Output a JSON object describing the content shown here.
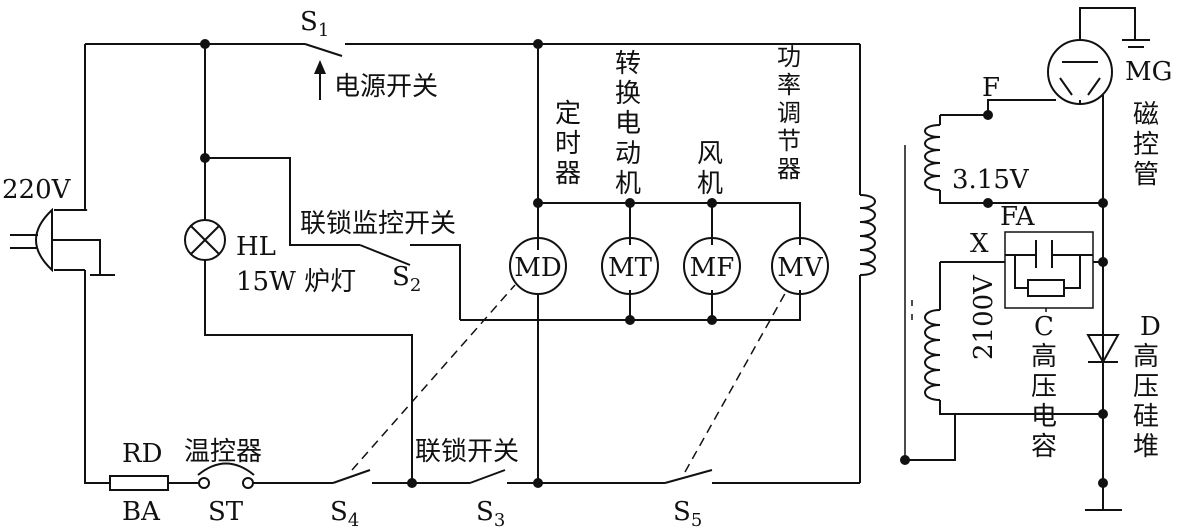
{
  "labels": {
    "s1": "S",
    "s1_sub": "1",
    "power_switch": "电源开关",
    "plug_voltage": "220V",
    "hl": "HL",
    "hl_spec": "15W 炉灯",
    "interlock_monitor": "联锁监控开关",
    "s2": "S",
    "s2_sub": "2",
    "timer": "定时器",
    "converter_motor": "转换电动机",
    "fan": "风机",
    "power_regulator": "功率调节器",
    "md": "MD",
    "mt": "MT",
    "mf": "MF",
    "mv": "MV",
    "rd": "RD",
    "ba": "BA",
    "thermostat": "温控器",
    "st": "ST",
    "s4": "S",
    "s4_sub": "4",
    "interlock_switch": "联锁开关",
    "s3": "S",
    "s3_sub": "3",
    "s5": "S",
    "s5_sub": "5",
    "f": "F",
    "v315": "3.15V",
    "fa": "FA",
    "x": "X",
    "v2100": "2100V",
    "mg": "MG",
    "magnetron": "磁控管",
    "c": "C",
    "hv_cap": "高压电容",
    "d": "D",
    "hv_diode": "高压硅堆"
  }
}
